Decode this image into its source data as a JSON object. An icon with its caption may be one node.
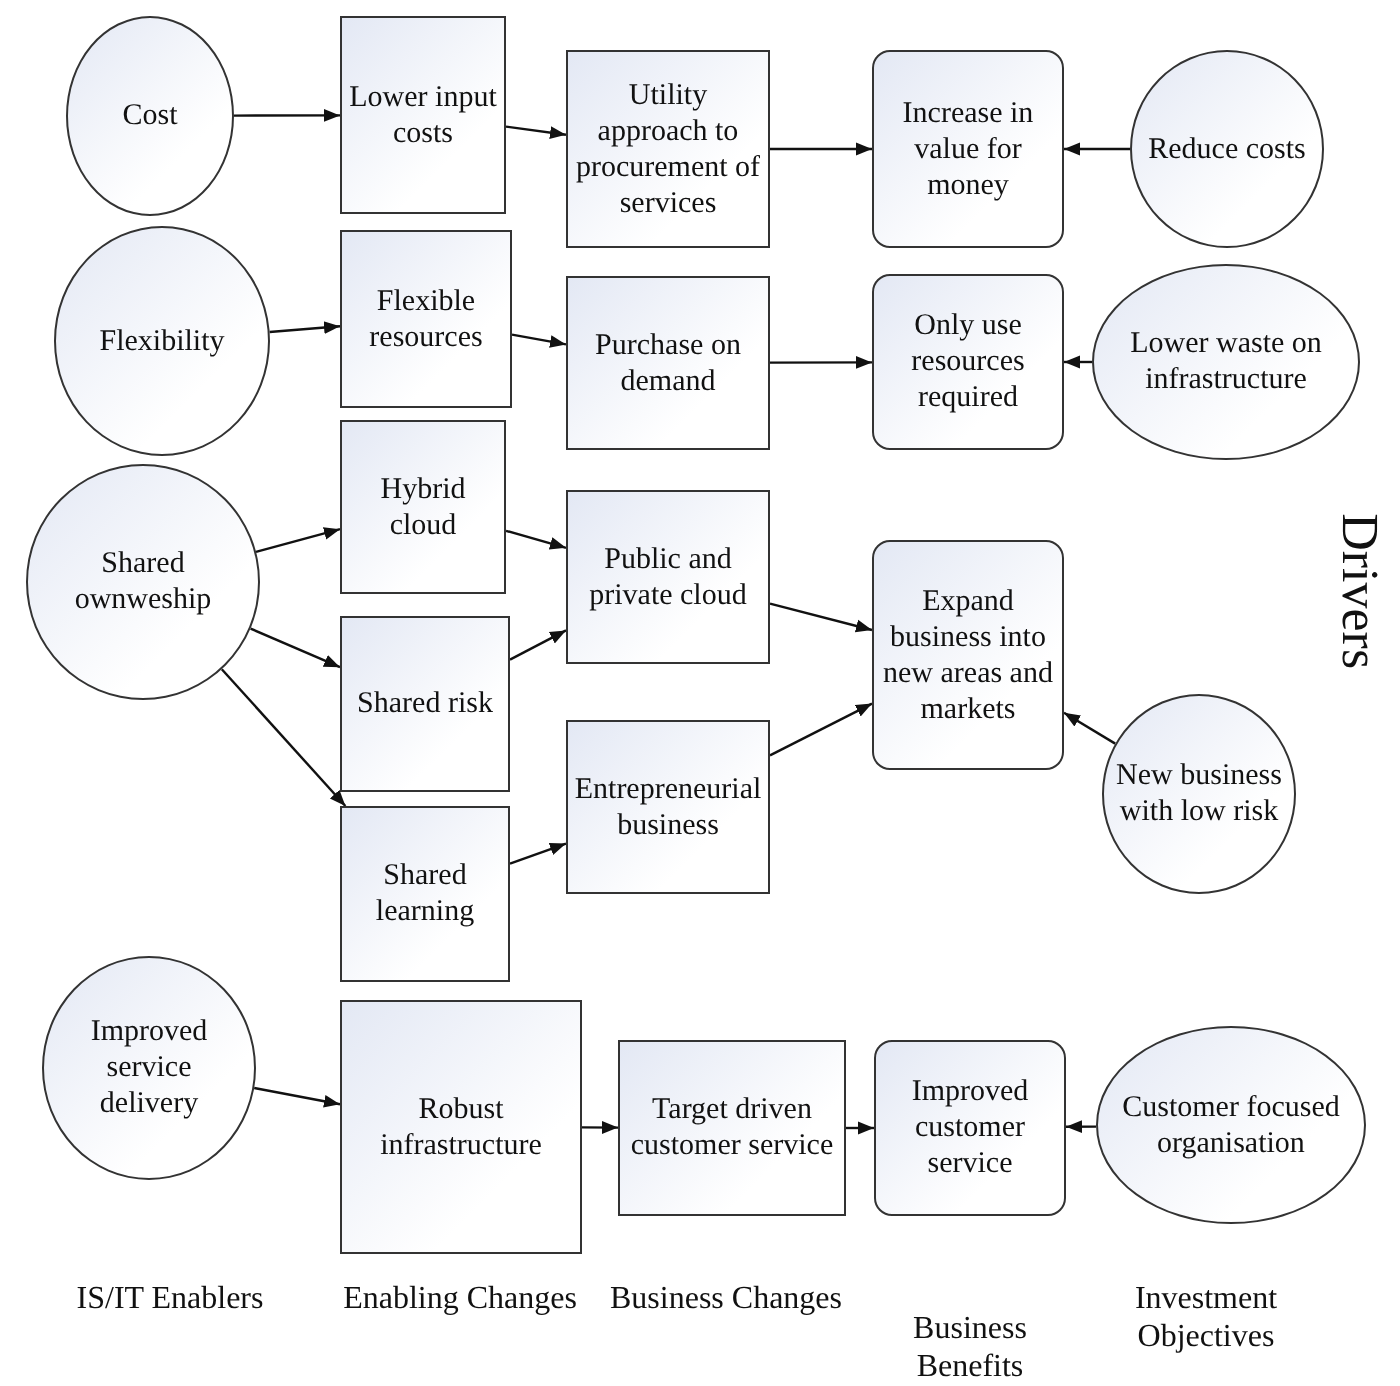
{
  "diagram": {
    "nodes": [
      {
        "text": [
          "Cost"
        ]
      },
      {
        "text": [
          "Lower input costs"
        ]
      },
      {
        "text": [
          "Utility approach to procurement of services"
        ]
      },
      {
        "text": [
          "Increase in value for money"
        ]
      },
      {
        "text": [
          "Reduce costs"
        ]
      },
      {
        "text": [
          "Flexibility"
        ]
      },
      {
        "text": [
          "Flexible resources"
        ]
      },
      {
        "text": [
          "Purchase on demand"
        ]
      },
      {
        "text": [
          "Only use resources required"
        ]
      },
      {
        "text": [
          "Lower waste on infrastructure"
        ]
      },
      {
        "text": [
          "Shared ownweship"
        ]
      },
      {
        "text": [
          "Hybrid cloud"
        ]
      },
      {
        "text": [
          "Shared risk"
        ]
      },
      {
        "text": [
          "Shared learning"
        ]
      },
      {
        "text": [
          "Public and private cloud"
        ]
      },
      {
        "text": [
          "Entrepreneurial business"
        ]
      },
      {
        "text": [
          "Expand business into new areas and markets"
        ]
      },
      {
        "text": [
          "New business with low risk"
        ]
      },
      {
        "text": [
          "Improved service delivery"
        ]
      },
      {
        "text": [
          "Robust infrastructure"
        ]
      },
      {
        "text": [
          "Target driven customer service"
        ]
      },
      {
        "text": [
          "Improved customer service"
        ]
      },
      {
        "text": [
          "Customer focused organisation"
        ]
      }
    ],
    "edges": [
      {
        "from": 0,
        "to": 1,
        "arrow": "to"
      },
      {
        "from": 1,
        "to": 2,
        "arrow": "to"
      },
      {
        "from": 2,
        "to": 3,
        "arrow": "to"
      },
      {
        "from": 4,
        "to": 3,
        "arrow": "to"
      },
      {
        "from": 5,
        "to": 6,
        "arrow": "to"
      },
      {
        "from": 6,
        "to": 7,
        "arrow": "to"
      },
      {
        "from": 7,
        "to": 8,
        "arrow": "to"
      },
      {
        "from": 9,
        "to": 8,
        "arrow": "to"
      },
      {
        "from": 10,
        "to": 11,
        "arrow": "to"
      },
      {
        "from": 10,
        "to": 12,
        "arrow": "to"
      },
      {
        "from": 10,
        "to": 13,
        "arrow": "to"
      },
      {
        "from": 11,
        "to": 14,
        "arrow": "to"
      },
      {
        "from": 12,
        "to": 14,
        "arrow": "to"
      },
      {
        "from": 13,
        "to": 15,
        "arrow": "to"
      },
      {
        "from": 14,
        "to": 16,
        "arrow": "to"
      },
      {
        "from": 15,
        "to": 16,
        "arrow": "to"
      },
      {
        "from": 17,
        "to": 16,
        "arrow": "to"
      },
      {
        "from": 18,
        "to": 19,
        "arrow": "to"
      },
      {
        "from": 19,
        "to": 20,
        "arrow": "to"
      },
      {
        "from": 20,
        "to": 21,
        "arrow": "to"
      },
      {
        "from": 22,
        "to": 21,
        "arrow": "to"
      }
    ],
    "labels": [
      "Drivers",
      "IS/IT Enablers",
      "Enabling Changes",
      "Business Changes",
      "Business Benefits",
      "Investment Objectives"
    ]
  }
}
